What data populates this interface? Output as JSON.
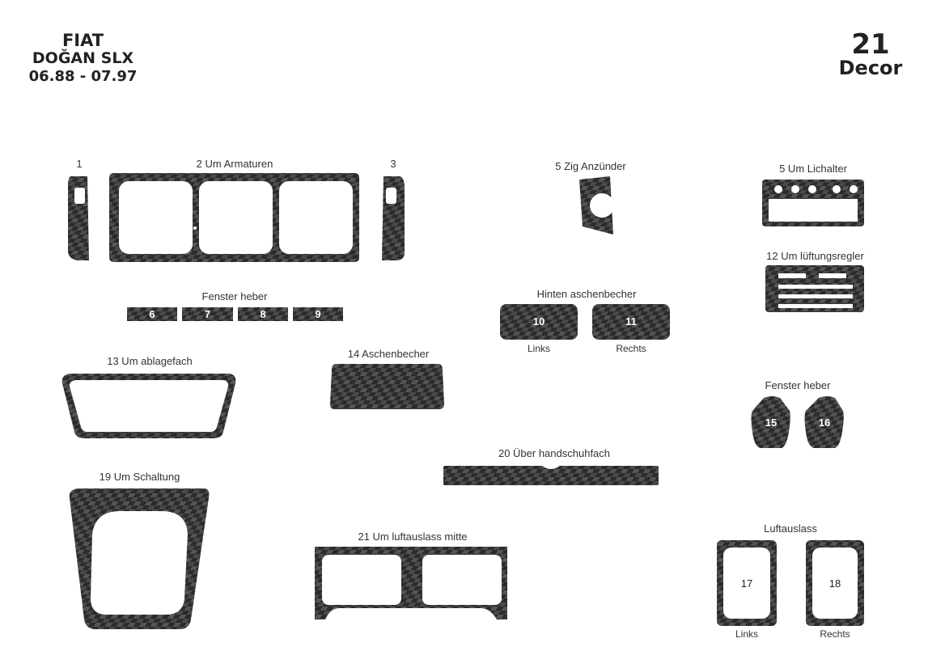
{
  "header": {
    "brand": "FIAT",
    "model": "DOĞAN SLX",
    "years": "06.88 - 07.97",
    "kit_number": "21",
    "kit_type": "Decor"
  },
  "parts": {
    "p1": "1",
    "p2": "2 Um Armaturen",
    "p3": "3",
    "p5a": "5 Zig Anzünder",
    "p5b": "5 Um Lichalter",
    "p12": "12 Um lüftungsregler",
    "fenster_top": "Fenster heber",
    "n6": "6",
    "n7": "7",
    "n8": "8",
    "n9": "9",
    "hinten": "Hinten aschenbecher",
    "n10": "10",
    "n11": "11",
    "links1": "Links",
    "rechts1": "Rechts",
    "p13": "13 Um ablagefach",
    "p14": "14 Aschenbecher",
    "fenster_right": "Fenster heber",
    "n15": "15",
    "n16": "16",
    "p20": "20 Über handschuhfach",
    "p19": "19 Um Schaltung",
    "p21": "21 Um luftauslass mitte",
    "luftauslass": "Luftauslass",
    "n17": "17",
    "n18": "18",
    "links2": "Links",
    "rechts2": "Rechts"
  },
  "colors": {
    "carbon_dark": "#2b2b2b",
    "carbon_light": "#5c5c5c"
  }
}
